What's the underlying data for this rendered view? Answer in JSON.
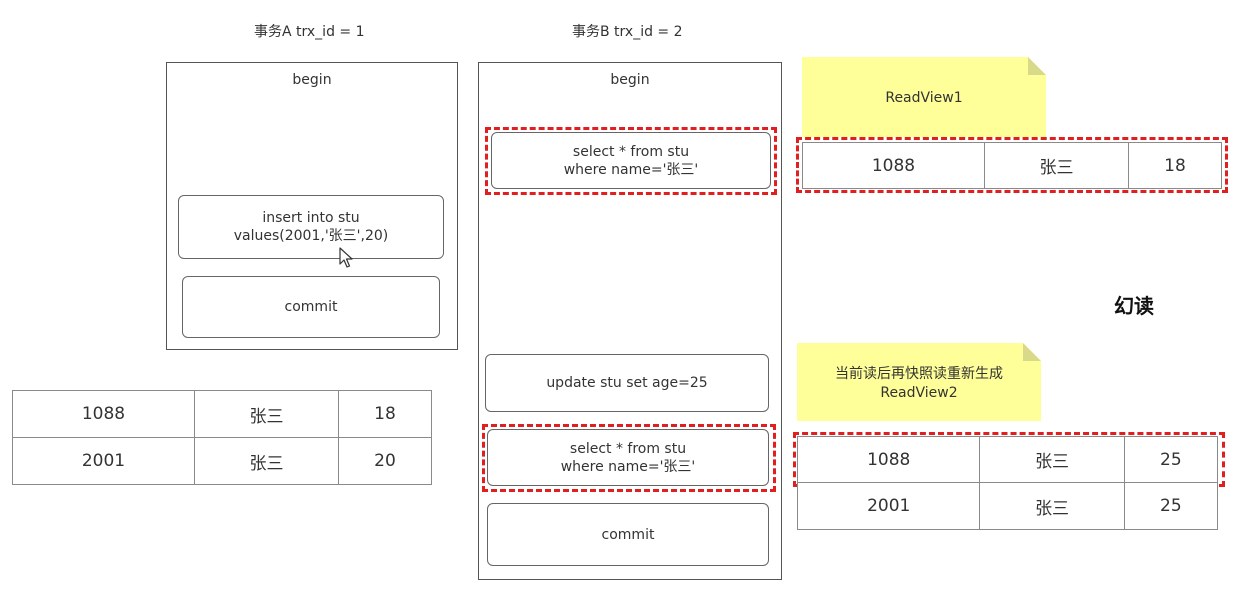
{
  "txA": {
    "header": "事务A trx_id = 1",
    "begin": "begin",
    "insert_line1": "insert into stu",
    "insert_line2": "values(2001,'张三',20)",
    "commit": "commit"
  },
  "txB": {
    "header": "事务B trx_id = 2",
    "begin": "begin",
    "select1_line1": "select * from stu",
    "select1_line2": "where name='张三'",
    "update": "update stu set age=25",
    "select2_line1": "select * from stu",
    "select2_line2": "where name='张三'",
    "commit": "commit"
  },
  "notes": {
    "readview1": "ReadView1",
    "readview2_line1": "当前读后再快照读重新生成",
    "readview2_line2": "ReadView2"
  },
  "phantom_label": "幻读",
  "tables": {
    "left": [
      [
        "1088",
        "张三",
        "18"
      ],
      [
        "2001",
        "张三",
        "20"
      ]
    ],
    "readview1": [
      [
        "1088",
        "张三",
        "18"
      ]
    ],
    "readview2": [
      [
        "1088",
        "张三",
        "25"
      ],
      [
        "2001",
        "张三",
        "25"
      ]
    ]
  },
  "colors": {
    "highlight": "#e02020",
    "note_fill": "#ffff99",
    "note_fold": "#d9d98a",
    "frame": "#555555"
  },
  "icons": {
    "cursor": "mouse-pointer-icon"
  }
}
